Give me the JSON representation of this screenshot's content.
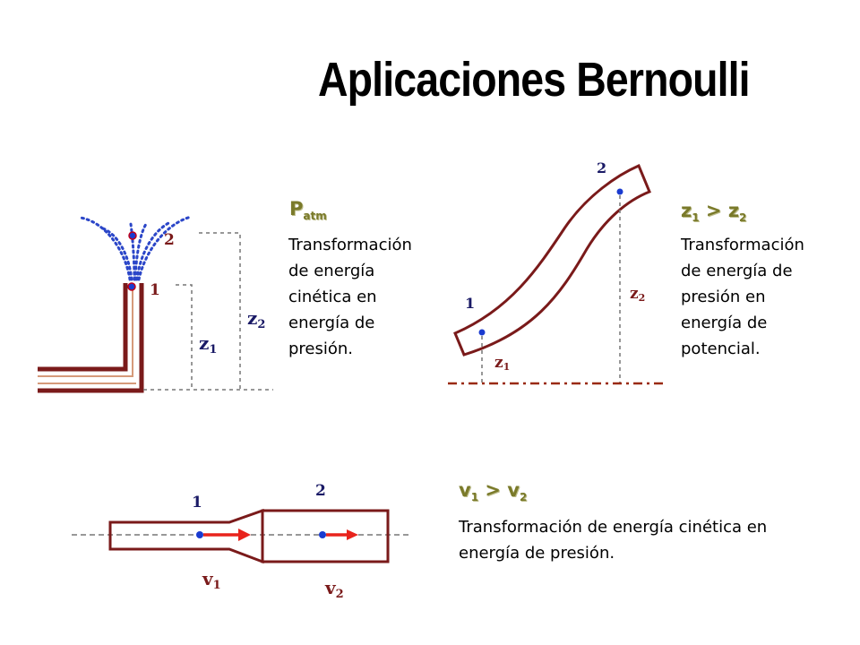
{
  "title": "Aplicaciones Bernoulli",
  "panels": {
    "fountain": {
      "condition_main": "P",
      "condition_sub": "atm",
      "description": [
        "Transformación",
        "de energía",
        "cinética en",
        "energía de",
        "presión."
      ],
      "labels": {
        "p1": "1",
        "p2": "2",
        "z1": "z",
        "z1_sub": "1",
        "z2": "z",
        "z2_sub": "2"
      }
    },
    "inclined_pipe": {
      "condition_main": "z",
      "condition_sub1": "1",
      "condition_op": " > ",
      "condition_main2": "z",
      "condition_sub2": "2",
      "description": [
        "Transformación",
        "de energía de",
        "presión en",
        "energía de",
        "potencial."
      ],
      "labels": {
        "p1": "1",
        "p2": "2",
        "z1": "z",
        "z1_sub": "1",
        "z2": "z",
        "z2_sub": "2"
      }
    },
    "expansion_pipe": {
      "condition_main": "v",
      "condition_sub1": "1",
      "condition_op": " > ",
      "condition_main2": "v",
      "condition_sub2": "2",
      "description": [
        "Transformación de energía cinética en",
        "energía de presión."
      ],
      "labels": {
        "p1": "1",
        "p2": "2",
        "v1": "v",
        "v1_sub": "1",
        "v2": "v",
        "v2_sub": "2"
      }
    }
  },
  "colors": {
    "pipe": "#7a1a1a",
    "jet": "#2b46c8",
    "dot": "#1a3bd0",
    "arrow": "#e8231c",
    "dash": "#777777"
  }
}
